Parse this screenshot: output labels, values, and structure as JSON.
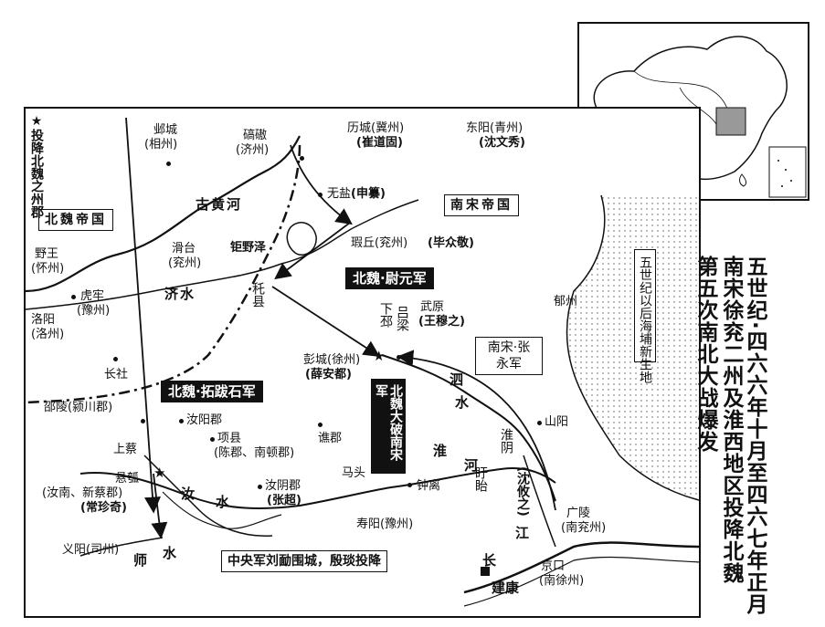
{
  "title": {
    "line1": "五世纪·四六六年十月至四六七年正月",
    "line2": "南宋徐兖二州及淮西地区投降北魏",
    "line3": "第五次南北大战爆发"
  },
  "legend": {
    "star_label": "★投降北魏之州郡",
    "star_glyph": "★"
  },
  "regions": {
    "north_wei": "北魏帝国",
    "south_song": "南宋帝国"
  },
  "coast_note": "五世纪以后海埔新生地",
  "rivers": {
    "yellow": "古黄河",
    "ji": "济水",
    "si_1": "泗",
    "si_2": "水",
    "huai_1": "淮",
    "huai_2": "河",
    "ru_1": "汝",
    "ru_2": "水",
    "shi_1": "师",
    "shi_2": "水",
    "chang_1": "长",
    "chang_2": "江",
    "juye": "钜野泽"
  },
  "places": {
    "yecheng": "邺城",
    "yecheng_sub": "(相州)",
    "qiao_ao": "碻磝",
    "qiao_ao_sub": "(济州)",
    "licheng": "历城(冀州)",
    "licheng_sub": "(崔道固)",
    "dongyang": "东阳(青州)",
    "dongyang_sub": "(沈文秀)",
    "wuyan": "无盐",
    "wuyan_sub": "(申纂)",
    "xiaqiu": "瑕丘(兖州)",
    "xiaqiu_sub": "(毕众敬)",
    "huatai": "滑台",
    "huatai_sub": "(兖州)",
    "yewang": "野王",
    "yewang_sub": "(怀州)",
    "hulao": "虎牢",
    "hulao_sub": "(豫州)",
    "luoyang": "洛阳",
    "luoyang_sub": "(洛州)",
    "chixian": "秅县",
    "changshe": "长社",
    "xiapi": "下邳",
    "lvliang": "吕梁",
    "wuyuan": "武原",
    "wuyuan_sub": "(王穆之)",
    "yuzhou": "郁州",
    "pengcheng": "彭城(徐州)",
    "pengcheng_sub": "(薛安都)",
    "shaoling": "邵陵(颍川郡)",
    "runyang": "汝阳郡",
    "xiangxian": "项县",
    "xiangxian_sub": "(陈郡、南顿郡)",
    "qiaojun": "谯郡",
    "shangcai": "上蔡",
    "xuanhu": "悬瓠",
    "xuanhu_sub": "(汝南、新蔡郡)",
    "xuanhu_sub2": "(常珍奇)",
    "ruyin": "汝阴郡",
    "ruyin_sub": "(张超)",
    "matou": "马头",
    "zhongli": "钟离",
    "xuyi": "盱眙",
    "huaiyin": "淮阴",
    "huaiyin_sub": "(沈攸之)",
    "shanyang": "山阳",
    "guangling": "广陵",
    "guangling_sub": "(南兖州)",
    "shouyang": "寿阳(豫州)",
    "yiyang": "义阳(司州)",
    "jingkou": "京口",
    "jingkou_sub": "(南徐州)",
    "jiankang": "建康"
  },
  "armies": {
    "wei_yuchi": "北魏·尉元军",
    "wei_tuoba": "北魏·拓跋石军",
    "song_zhang": "南宋·张永军",
    "battle_note": "北魏大破南宋军",
    "central_army": "中央军刘勔围城，殷琰投降"
  }
}
